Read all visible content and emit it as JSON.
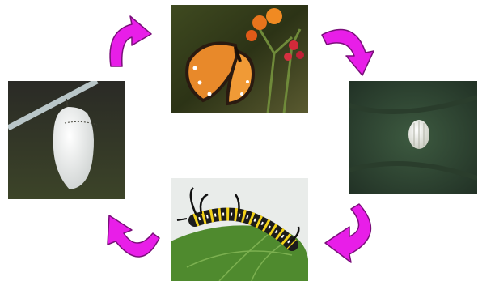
{
  "diagram": {
    "stages": [
      {
        "name": "butterfly",
        "icon": "butterfly-on-flower-photo"
      },
      {
        "name": "egg",
        "icon": "egg-on-leaf-photo"
      },
      {
        "name": "caterpillar",
        "icon": "caterpillar-on-leaf-photo"
      },
      {
        "name": "chrysalis",
        "icon": "chrysalis-hanging-photo"
      }
    ],
    "cycle_order": [
      "butterfly",
      "egg",
      "caterpillar",
      "chrysalis"
    ],
    "arrow_color": "#e81ee8",
    "arrow_outline_color": "#7a0f7a"
  }
}
